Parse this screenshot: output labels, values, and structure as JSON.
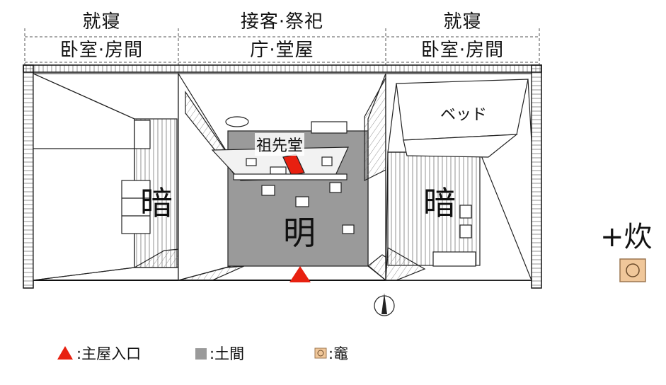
{
  "rooms": {
    "left": {
      "purpose": "就寝",
      "name": "卧室·房間",
      "light": "暗"
    },
    "center": {
      "purpose": "接客·祭祀",
      "name": "庁·堂屋",
      "light": "明",
      "altar": "祖先堂"
    },
    "right": {
      "purpose": "就寝",
      "name": "卧室·房間",
      "light": "暗",
      "bed": "ベッド"
    }
  },
  "kitchen": {
    "label": "+炊"
  },
  "legend": [
    {
      "symbol": "red-triangle",
      "label": ":主屋入口"
    },
    {
      "symbol": "gray-square",
      "label": ":土間"
    },
    {
      "symbol": "stove-square",
      "label": ":竈"
    }
  ],
  "colors": {
    "entrance": "#e82010",
    "dirt_floor": "#9a9a9a",
    "stove": "#f0c79a"
  }
}
